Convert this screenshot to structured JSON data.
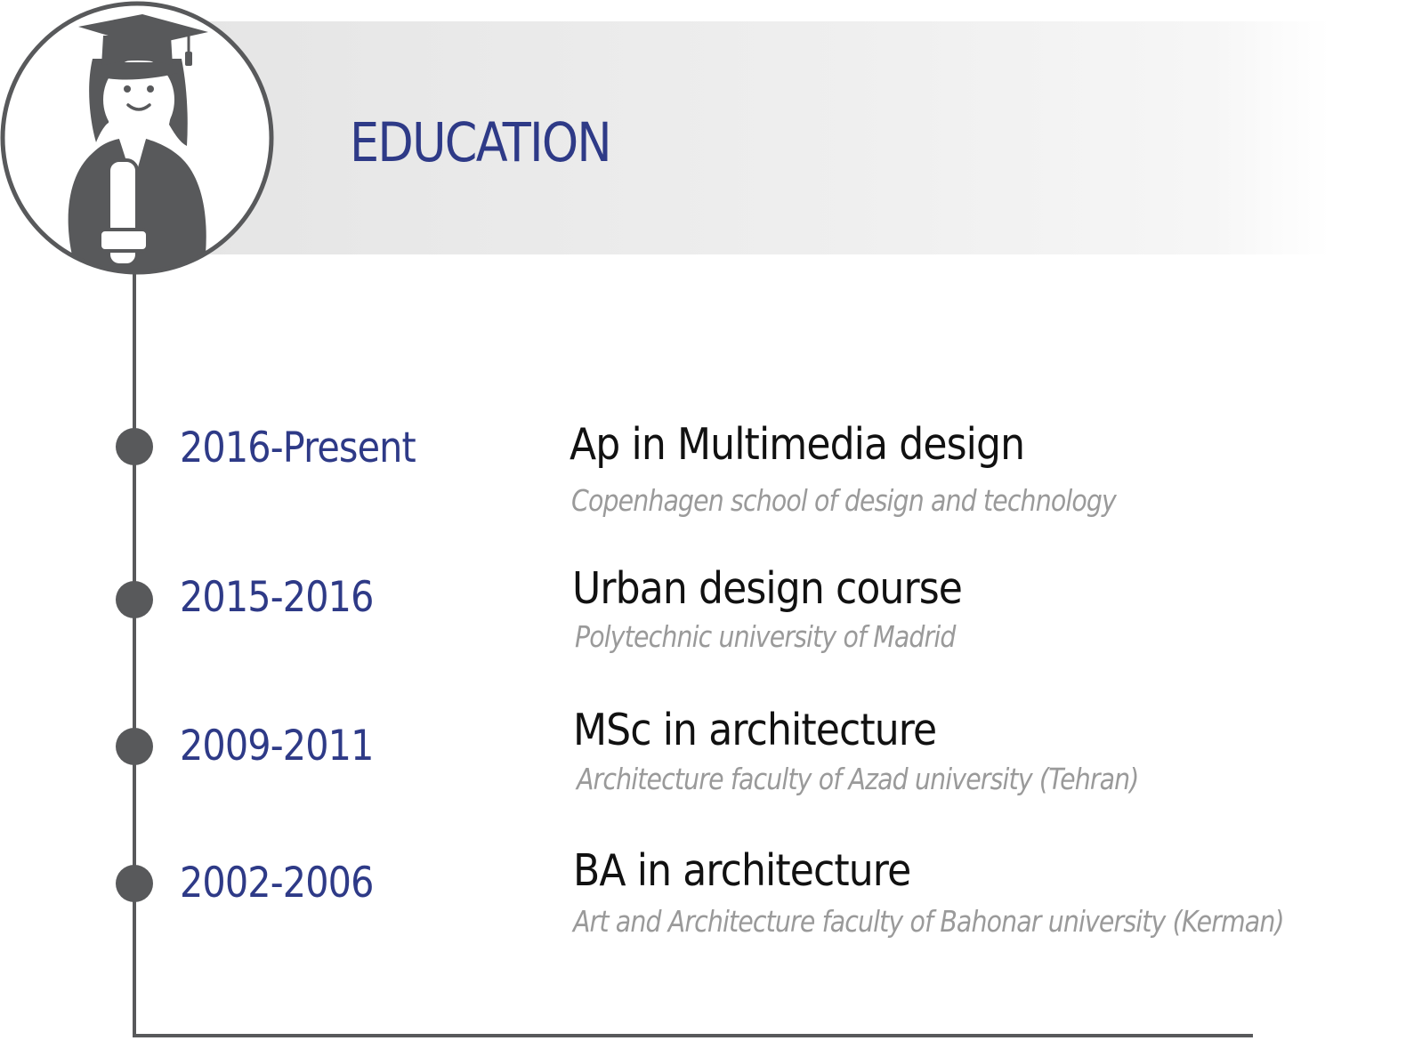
{
  "section": {
    "title": "EDUCATION",
    "avatar_icon": "graduate-woman-icon"
  },
  "colors": {
    "accent": "#2e3a87",
    "timeline": "#58595b",
    "degree_text": "#111111",
    "school_text": "#9a9a9a",
    "header_band": "#e8e8e8"
  },
  "entries": [
    {
      "years": "2016-Present",
      "degree": "Ap in Multimedia design",
      "school": "Copenhagen school of design and technology"
    },
    {
      "years": "2015-2016",
      "degree": "Urban design course",
      "school": "Polytechnic university of Madrid"
    },
    {
      "years": "2009-2011",
      "degree": "MSc in architecture",
      "school": "Architecture faculty of Azad university (Tehran)"
    },
    {
      "years": "2002-2006",
      "degree": "BA in architecture",
      "school": "Art and Architecture faculty of Bahonar university (Kerman)"
    }
  ]
}
